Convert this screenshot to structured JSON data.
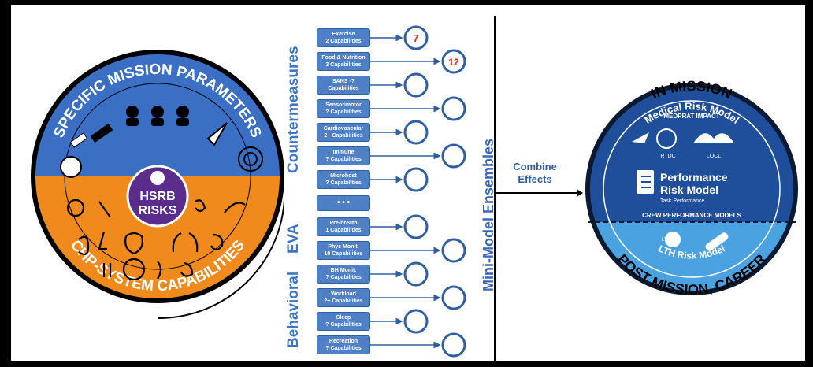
{
  "left_circle": {
    "top_label": "SPECIFIC MISSION PARAMETERS",
    "bottom_label": "CHP-SYSTEM CAPABILITIES",
    "center_line1": "HSRB",
    "center_line2": "RISKS",
    "colors": {
      "top": "#3a6fc4",
      "bottom": "#f08a1c",
      "center": "#5a2d8c"
    }
  },
  "sections": {
    "countermeasures": "Countermeasures",
    "eva": "EVA",
    "behavioral": "Behavioral",
    "ensembles": "Mini-Model Ensembles"
  },
  "boxes": [
    {
      "line1": "Exercise",
      "line2": "2 Capabilities"
    },
    {
      "line1": "Food & Nutrition",
      "line2": "3 Capabilities"
    },
    {
      "line1": "SANS -?",
      "line2": "Capabilities"
    },
    {
      "line1": "Sensorimotor",
      "line2": "? Capabilities"
    },
    {
      "line1": "Cardiovascular",
      "line2": "2+ Capabilities"
    },
    {
      "line1": "Immune",
      "line2": "? Capabilities"
    },
    {
      "line1": "Microhost",
      "line2": "? Capabilities"
    },
    {
      "line1": "• • •",
      "line2": ""
    },
    {
      "line1": "Pre-breath",
      "line2": "1 Capabilities"
    },
    {
      "line1": "Phys Monit.",
      "line2": "10 Capabilities"
    },
    {
      "line1": "BH Monit.",
      "line2": "? Capabilities"
    },
    {
      "line1": "Workload",
      "line2": "2+ Capabilities"
    },
    {
      "line1": "Sleep",
      "line2": "? Capabilities"
    },
    {
      "line1": "Recreation",
      "line2": "? Capabilities"
    }
  ],
  "model_counts": [
    "7",
    "12"
  ],
  "combine": {
    "line1": "Combine",
    "line2": "Effects"
  },
  "right_circle": {
    "in_mission": "IN MISSION",
    "medical_model": "Medical Risk Model",
    "medprat": "MEDPRAT IMPACT",
    "rtdc": "RTDC",
    "locl": "LOCL",
    "perf_line1": "Performance",
    "perf_line2": "Risk Model",
    "task_perf": "Task Performance",
    "crew_models": "CREW PERFORMANCE MODELS",
    "lth": "LTH",
    "lth_model": "LTH Risk Model",
    "post_mission": "POST MISSION, CAREER",
    "colors": {
      "upper": "#1f4f9a",
      "lower": "#4aa3e0"
    }
  }
}
